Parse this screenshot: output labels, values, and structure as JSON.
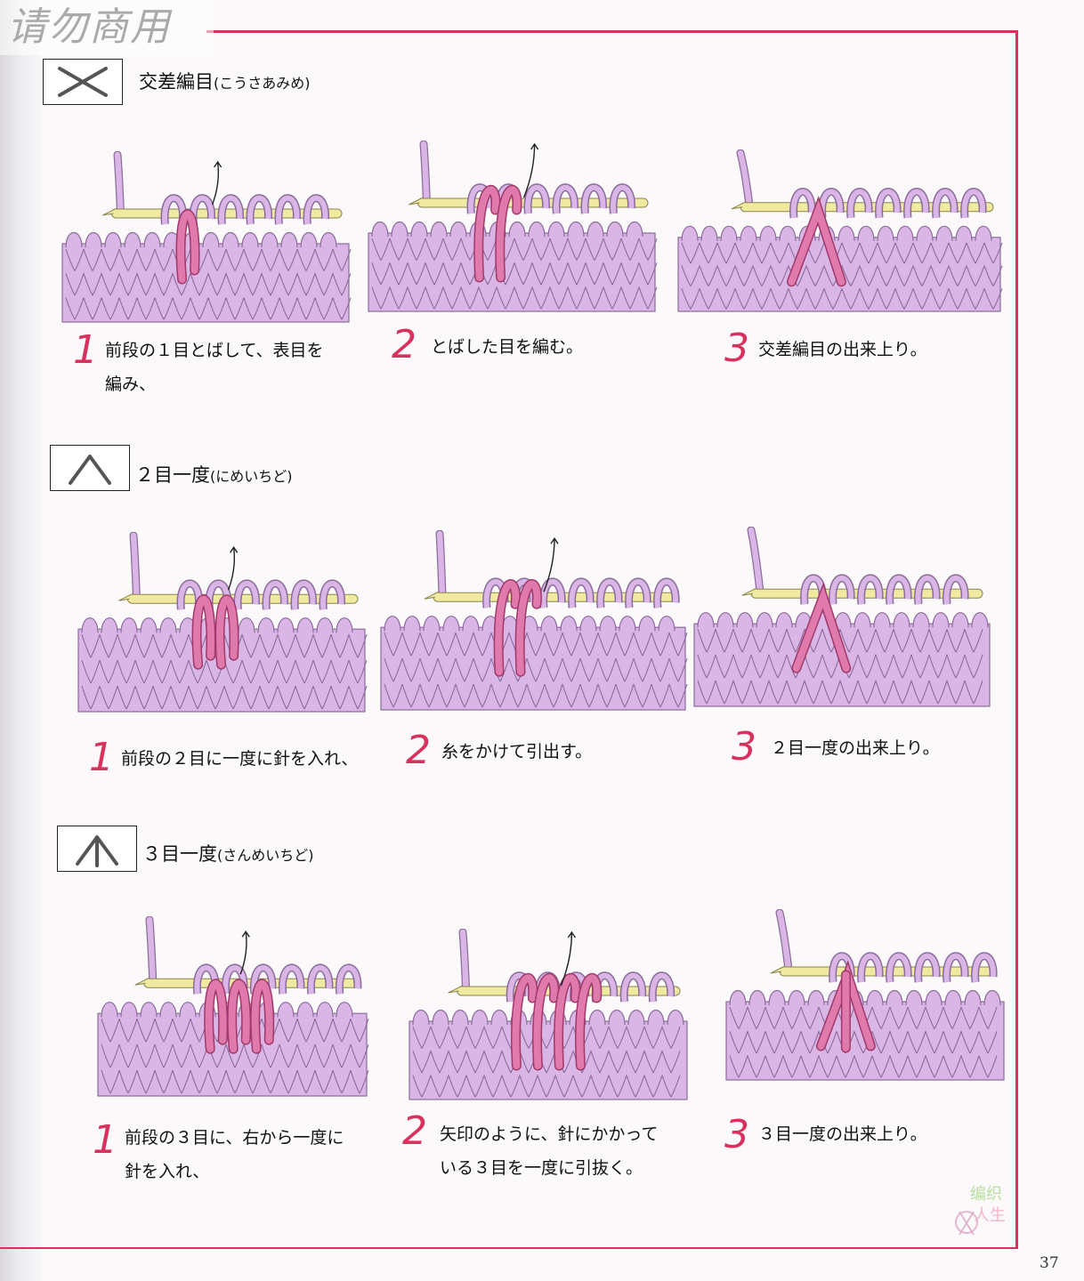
{
  "watermark": "请勿商用",
  "sections": [
    {
      "title": "交差編目",
      "reading": "(こうさあみめ)",
      "steps": [
        {
          "num": "1",
          "text": "前段の１目とばして、表目を\n編み、"
        },
        {
          "num": "2",
          "text": "とばした目を編む。"
        },
        {
          "num": "3",
          "text": "交差編目の出来上り。"
        }
      ]
    },
    {
      "title": "２目一度",
      "reading": "(にめいちど)",
      "steps": [
        {
          "num": "1",
          "text": "前段の２目に一度に針を入れ、"
        },
        {
          "num": "2",
          "text": "糸をかけて引出す。"
        },
        {
          "num": "3",
          "text": "２目一度の出来上り。"
        }
      ]
    },
    {
      "title": "３目一度",
      "reading": "(さんめいちど)",
      "steps": [
        {
          "num": "1",
          "text": "前段の３目に、右から一度に\n針を入れ、"
        },
        {
          "num": "2",
          "text": "矢印のように、針にかかって\nいる３目を一度に引抜く。"
        },
        {
          "num": "3",
          "text": "３目一度の出来上り。"
        }
      ]
    }
  ],
  "logo_text": "编织人生",
  "page_number": "37",
  "colors": {
    "accent": "#d8315d",
    "yarn": "#d9b6e6",
    "yarn_dark": "#8c6c9c",
    "yarn_highlight": "#e07aac",
    "hook": "#f0eaa0"
  }
}
